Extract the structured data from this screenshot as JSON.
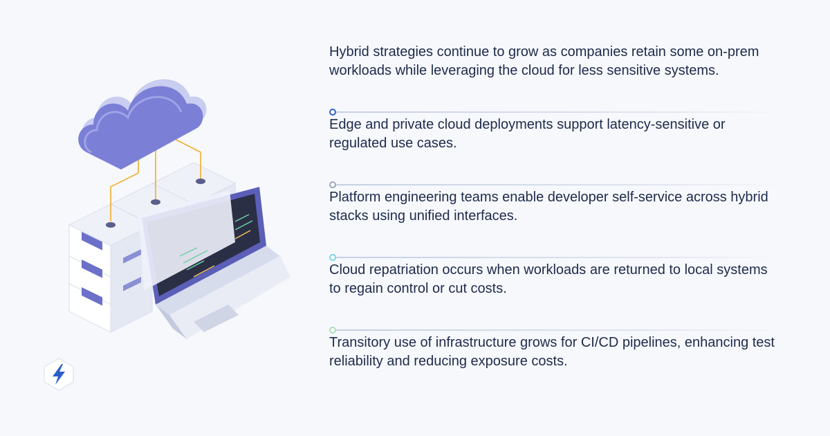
{
  "points": [
    {
      "text": "Hybrid strategies continue to grow as companies retain some on-prem workloads while leveraging the cloud for less sensitive systems.",
      "dot_color": "#2d5fc9"
    },
    {
      "text": "Edge and private cloud deployments support latency-sensitive or regulated use cases.",
      "dot_color": "#9aa4bd"
    },
    {
      "text": "Platform engineering teams enable developer self-service across hybrid stacks using unified interfaces.",
      "dot_color": "#7fd3e6"
    },
    {
      "text": "Cloud repatriation occurs when workloads are returned to local systems to regain control or cut costs.",
      "dot_color": "#a9ddb8"
    },
    {
      "text": "Transitory use of infrastructure grows for CI/CD pipelines, enhancing test reliability and reducing exposure costs.",
      "dot_color": ""
    }
  ],
  "colors": {
    "text": "#1e2a4a",
    "accent": "#2d5fc9",
    "background": "#f6f8fc"
  },
  "icons": {
    "illustration": "cloud-servers-laptop-illustration",
    "logo": "lightning-bolt-logo-icon"
  }
}
